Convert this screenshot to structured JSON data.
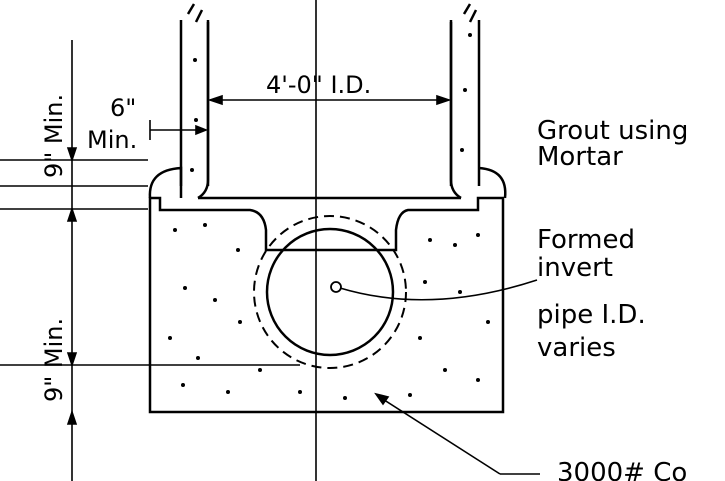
{
  "drawing": {
    "dimensions": {
      "manhole_id": "4'-0\" I.D.",
      "wall_thickness_value": "6\"",
      "wall_thickness_min": "Min.",
      "top_section_min": "9\" Min.",
      "bottom_section_min": "9\" Min."
    },
    "callouts": {
      "grout_line1": "Grout using",
      "grout_line2": "Mortar",
      "invert_line1": "Formed",
      "invert_line2": "invert",
      "invert_line3": "pipe I.D.",
      "invert_line4": "varies",
      "concrete": "3000# Co"
    },
    "colors": {
      "line": "#000000",
      "background": "#ffffff"
    }
  }
}
